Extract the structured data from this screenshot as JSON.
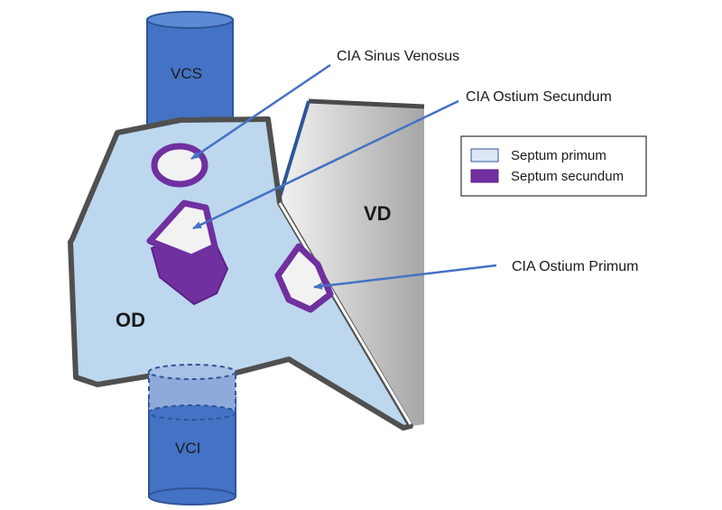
{
  "diagram": {
    "labels": {
      "vcs": "VCS",
      "vci": "VCI",
      "od": "OD",
      "vd": "VD"
    },
    "callouts": {
      "sinus_venosus": "CIA Sinus Venosus",
      "ostium_secundum": "CIA Ostium Secundum",
      "ostium_primum": "CIA Ostium Primum"
    },
    "legend": {
      "items": [
        {
          "label": "Septum primum",
          "color": "#dce6f4"
        },
        {
          "label": "Septum secundum",
          "color": "#7030a0"
        }
      ]
    },
    "colors": {
      "vein": "#4472c4",
      "vein_dark": "#2f5597",
      "atrium": "#bdd7ee",
      "atrium_border": "#505050",
      "septum_primum": "#dce6f4",
      "septum_secundum": "#7030a0",
      "arrow": "#4472c4"
    }
  }
}
